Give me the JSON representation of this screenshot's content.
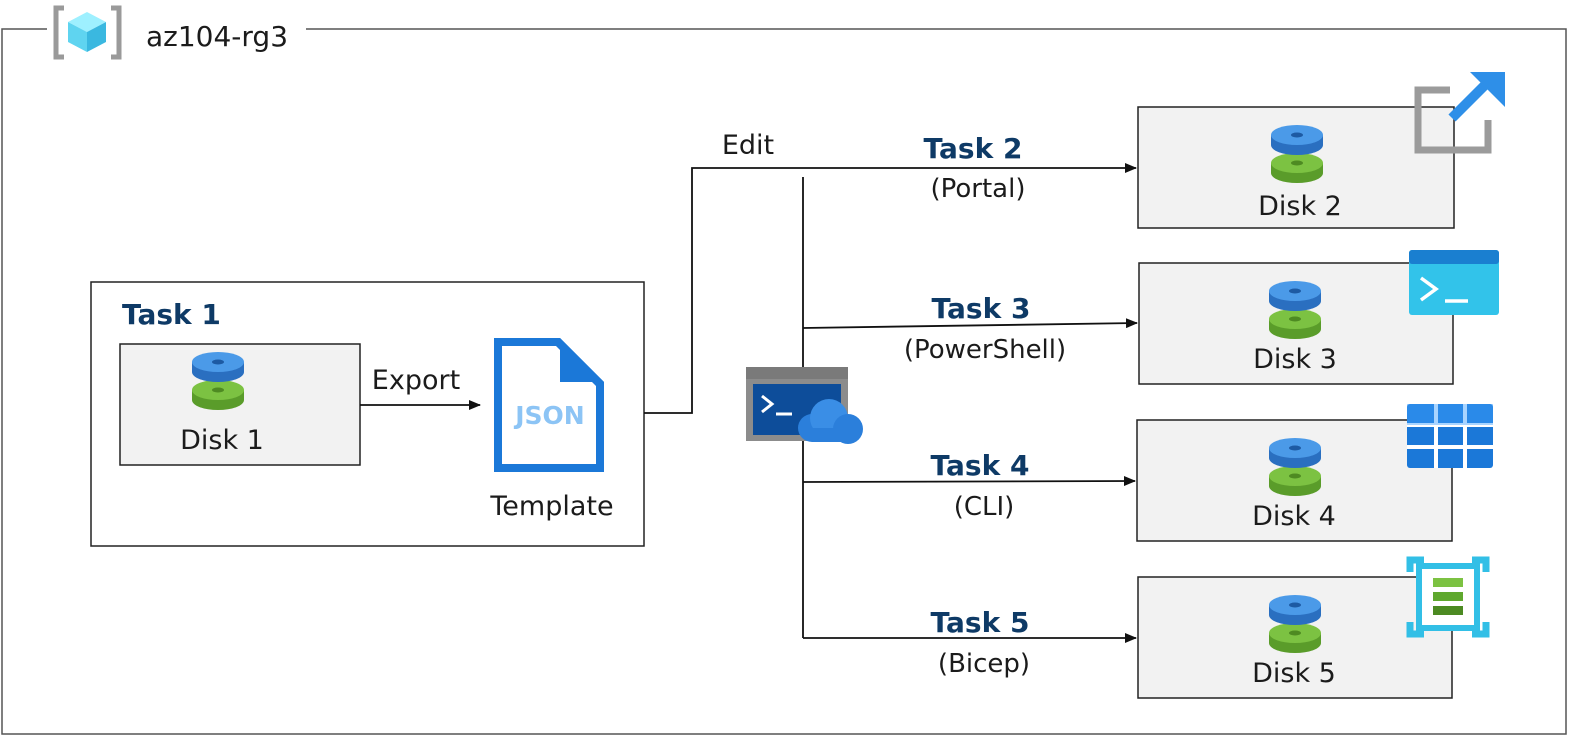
{
  "resource_group": {
    "name": "az104-rg3",
    "icon": "resource-group-icon"
  },
  "task1": {
    "title": "Task 1",
    "disk_label": "Disk 1",
    "export_label": "Export",
    "template_label": "Template",
    "json_badge": "JSON"
  },
  "edit_label": "Edit",
  "tasks": [
    {
      "title": "Task 2",
      "method": "(Portal)",
      "disk": "Disk 2",
      "corner_icon": "portal-external-link-icon"
    },
    {
      "title": "Task 3",
      "method": "(PowerShell)",
      "disk": "Disk 3",
      "corner_icon": "powershell-console-icon"
    },
    {
      "title": "Task 4",
      "method": "(CLI)",
      "disk": "Disk 4",
      "corner_icon": "cli-grid-icon"
    },
    {
      "title": "Task 5",
      "method": "(Bicep)",
      "disk": "Disk 5",
      "corner_icon": "bicep-file-icon"
    }
  ],
  "cloud_shell": {
    "icon": "cloud-shell-icon"
  },
  "colors": {
    "task_title": "#0e3a66",
    "disk_blue": "#3f8fe0",
    "disk_green": "#6fb83a",
    "box_fill": "#f2f2f2",
    "icon_blue": "#1b78d8",
    "icon_cyan": "#32bfe6"
  }
}
